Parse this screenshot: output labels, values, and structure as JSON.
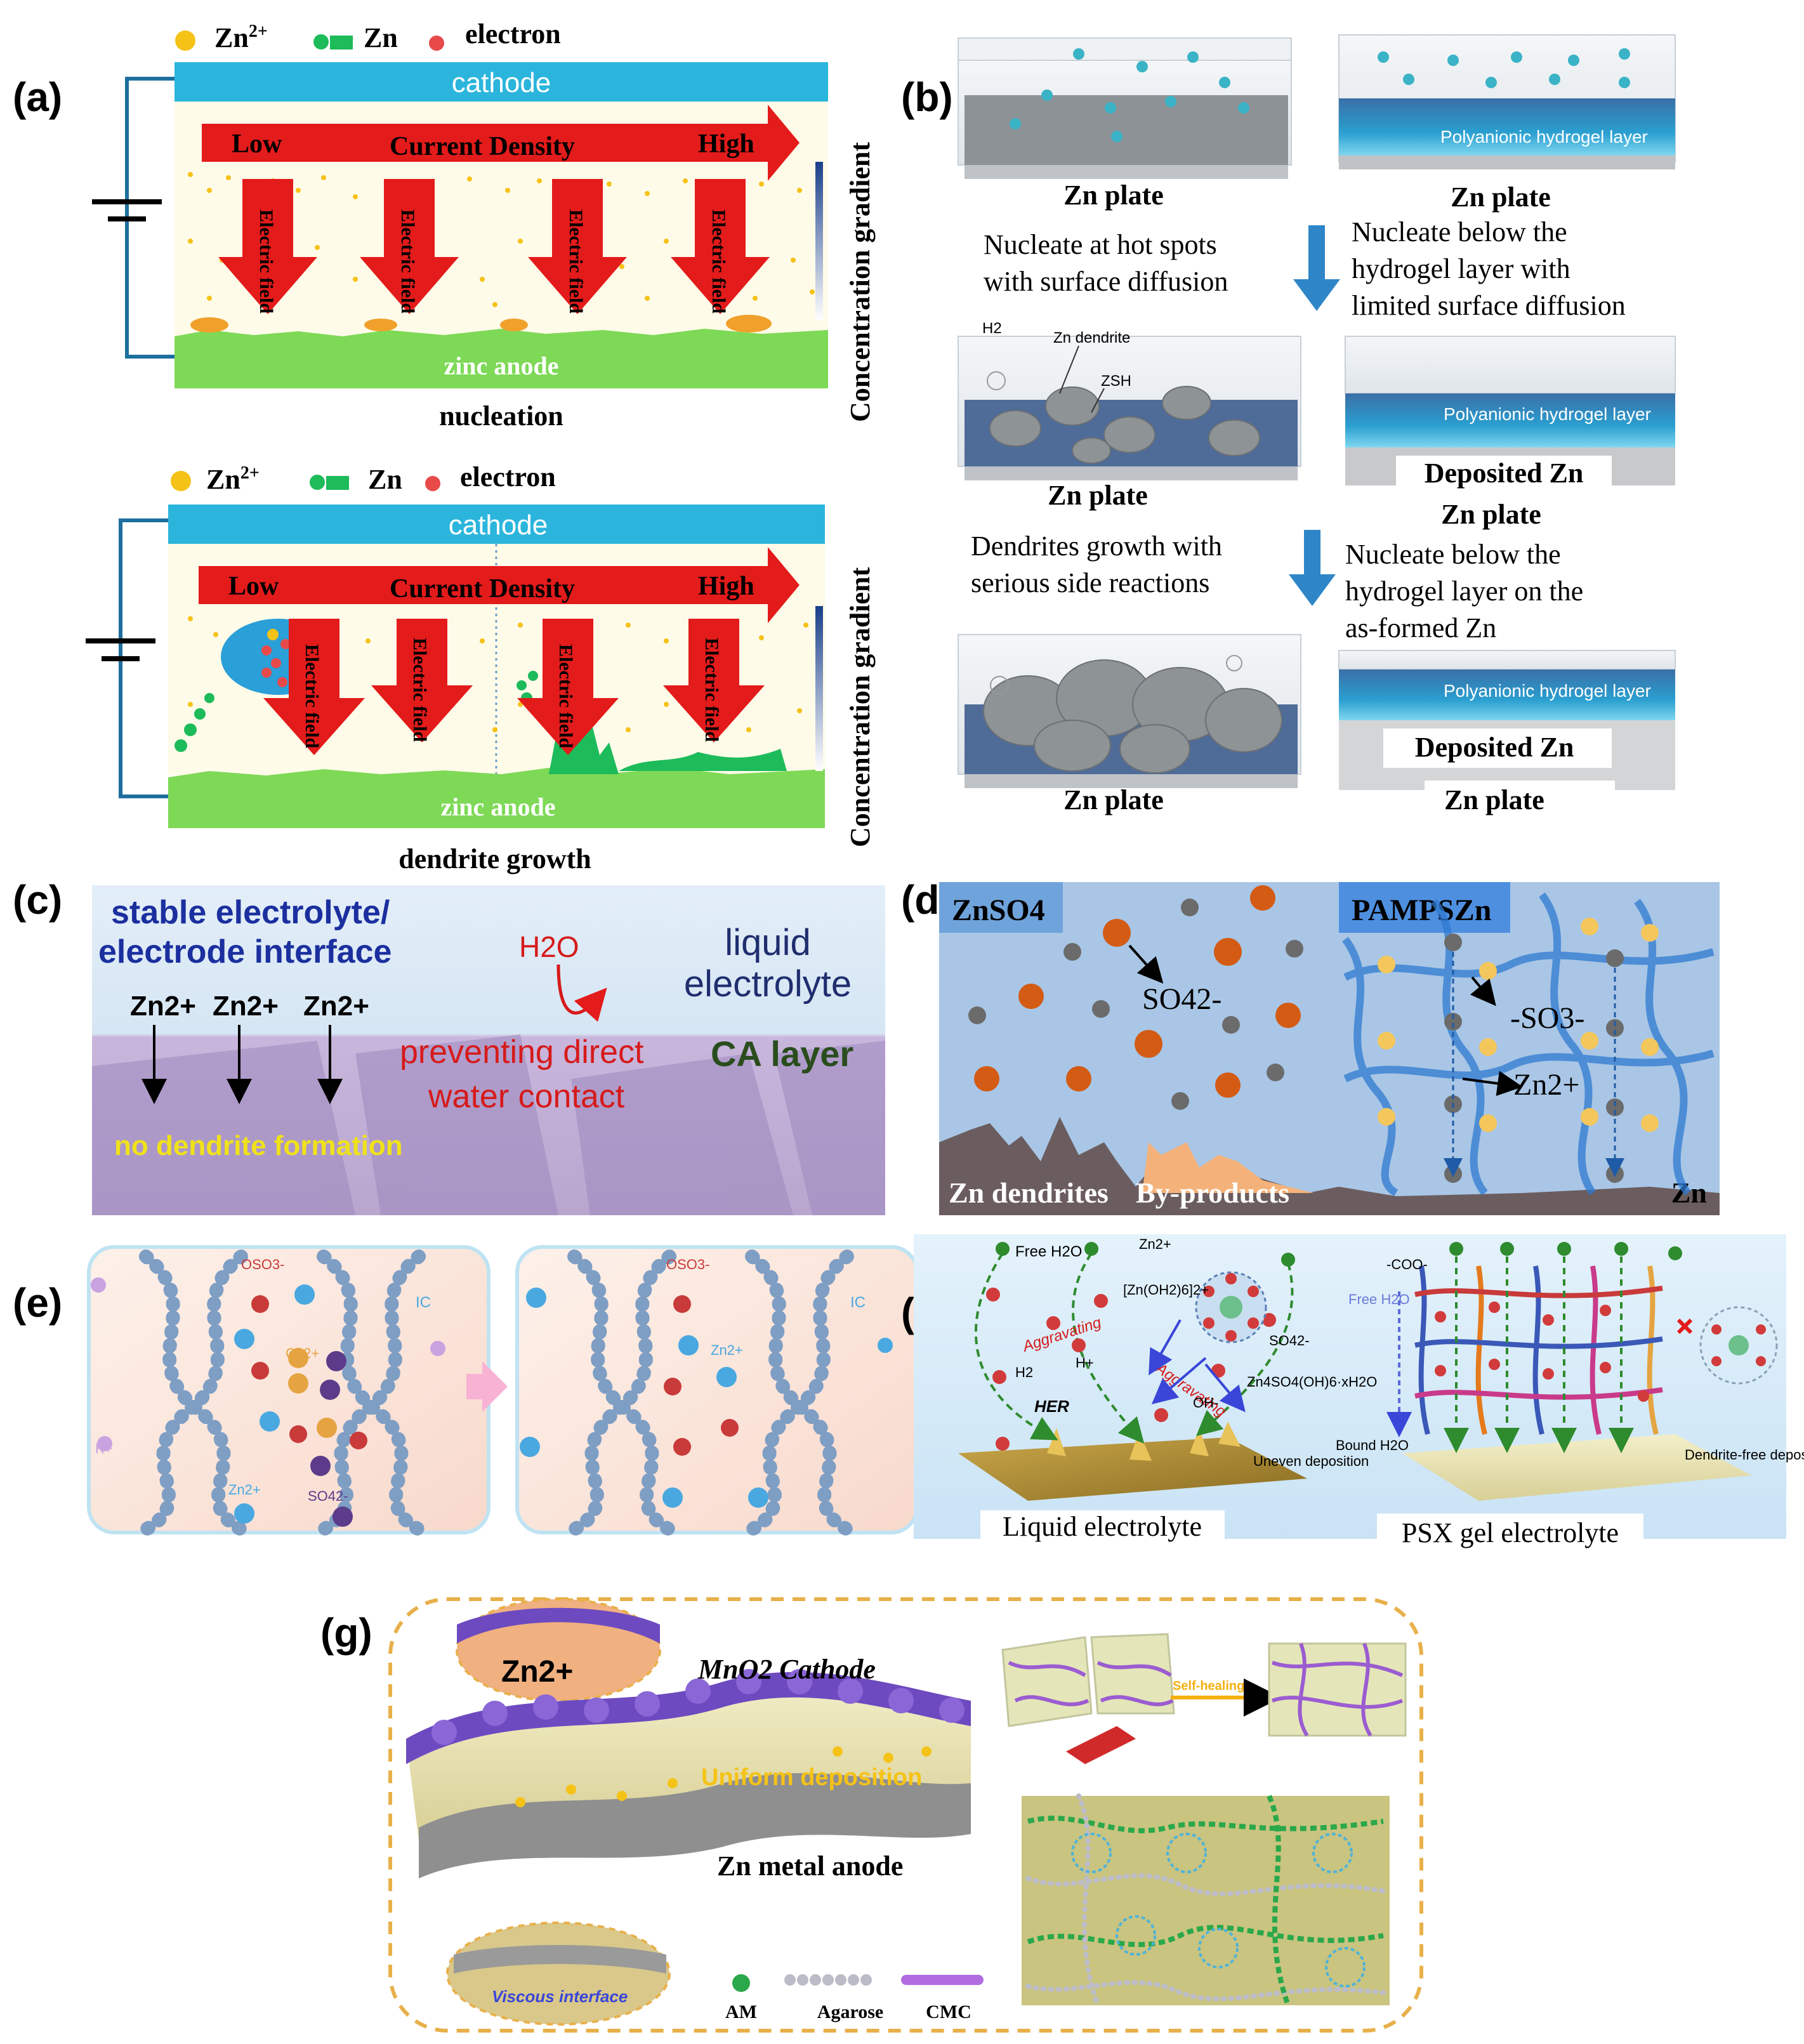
{
  "panels": {
    "a": {
      "label": "(a)",
      "legend": {
        "zn_ion": "Zn2+",
        "zn_ion_sup": "2+",
        "zn_ion_base": "Zn",
        "zn": "Zn",
        "electron": "electron"
      },
      "cathode": "cathode",
      "anode": "zinc anode",
      "current_low": "Low",
      "current_mid": "Current Density",
      "current_high": "High",
      "field_label": "Electric field",
      "gradient_label": "Concentration gradient",
      "caption_top": "nucleation",
      "caption_bottom": "dendrite growth"
    },
    "b": {
      "label": "(b)",
      "zn_plate": "Zn plate",
      "hydrogel": "Polyanionic hydrogel layer",
      "deposited": "Deposited Zn",
      "left_text_1a": "Nucleate at hot spots",
      "left_text_1b": "with surface diffusion",
      "right_text_1a": "Nucleate below the",
      "right_text_1b": "hydrogel layer with",
      "right_text_1c": "limited surface diffusion",
      "left_text_2a": "Dendrites growth with",
      "left_text_2b": "serious side reactions",
      "right_text_2a": "Nucleate below the",
      "right_text_2b": "hydrogel layer on the",
      "right_text_2c": "as-formed Zn",
      "h2": "H2",
      "zn_dendrite": "Zn dendrite",
      "zsh": "ZSH"
    },
    "c": {
      "label": "(c)",
      "stable_1": "stable electrolyte/",
      "stable_2": "electrode interface",
      "h2o": "H2O",
      "liquid_1": "liquid",
      "liquid_2": "electrolyte",
      "zn_ions": [
        "Zn2+",
        "Zn2+",
        "Zn2+"
      ],
      "preventing_1": "preventing direct",
      "preventing_2": "water contact",
      "ca_layer": "CA layer",
      "no_dendrite": "no dendrite formation"
    },
    "d": {
      "label": "(d)",
      "znso4": "ZnSO4",
      "so4": "SO42-",
      "pampszn": "PAMPSZn",
      "so3": "-SO3-",
      "zn2": "Zn2+",
      "zn_dendrites": "Zn dendrites",
      "byproducts": "By-products",
      "zn": "Zn"
    },
    "e": {
      "label": "(e)",
      "oso3_left": "OSO3-",
      "ic_left": "IC",
      "ca2": "Ca2+",
      "k": "K+",
      "zn2_left": "Zn2+",
      "so4_left": "SO42-",
      "oso3_right": "OSO3-",
      "ic_right": "IC",
      "zn2_right": "Zn2+"
    },
    "f": {
      "label": "(f)",
      "free_h2o": "Free H2O",
      "zn2": "Zn2+",
      "complex": "[Zn(OH2)6]2+",
      "aggravating_1": "Aggravating",
      "aggravating_2": "Aggravating",
      "h2": "H2",
      "h_plus": "H+",
      "her": "HER",
      "so4": "SO42-",
      "oh": "OH-",
      "zsh": "Zn4SO4(OH)6·xH2O",
      "uneven": "Uneven deposition",
      "coo": "-COO-",
      "free_h2o_right": "Free H2O",
      "bound_h2o": "Bound H2O",
      "dendrite_free": "Dendrite-free deposition",
      "liquid": "Liquid electrolyte",
      "psx": "PSX gel electrolyte"
    },
    "g": {
      "label": "(g)",
      "zn2": "Zn2+",
      "cathode": "MnO2 Cathode",
      "uniform": "Uniform deposition",
      "anode": "Zn metal anode",
      "self_healing": "Self-healing",
      "viscous": "Viscous interface",
      "legend_am": "AM",
      "legend_agarose": "Agarose",
      "legend_cmc": "CMC"
    }
  },
  "colors": {
    "cathode": "#2bb5dc",
    "anode": "#7ed957",
    "arrow_red": "#e31b1b",
    "ion_yellow": "#f5c217",
    "hydrogel_blue": "#1e90c8",
    "dashed_orange": "#e8b04a",
    "c_bg": "#dbe9f5",
    "c_layer": "#c7b8d8",
    "d_bg": "#a9c6e6",
    "f_bg": "#d8ecf8"
  }
}
